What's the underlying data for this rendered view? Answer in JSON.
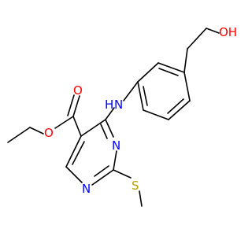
{
  "molecule": {
    "atoms": {
      "hydroxyl_oxygen": "OH",
      "amine_nitrogen": "N",
      "amine_hydrogen": "H",
      "ester_carbonyl_oxygen": "O",
      "ester_ether_oxygen": "O",
      "ring_nitrogen_upper": "N",
      "ring_nitrogen_lower": "N",
      "thioether_sulfur": "S"
    },
    "colors": {
      "bond": "#000000",
      "oxygen": "#ff0000",
      "nitrogen": "#0000ff",
      "sulfur": "#b8a000",
      "background": "#ffffff"
    }
  }
}
